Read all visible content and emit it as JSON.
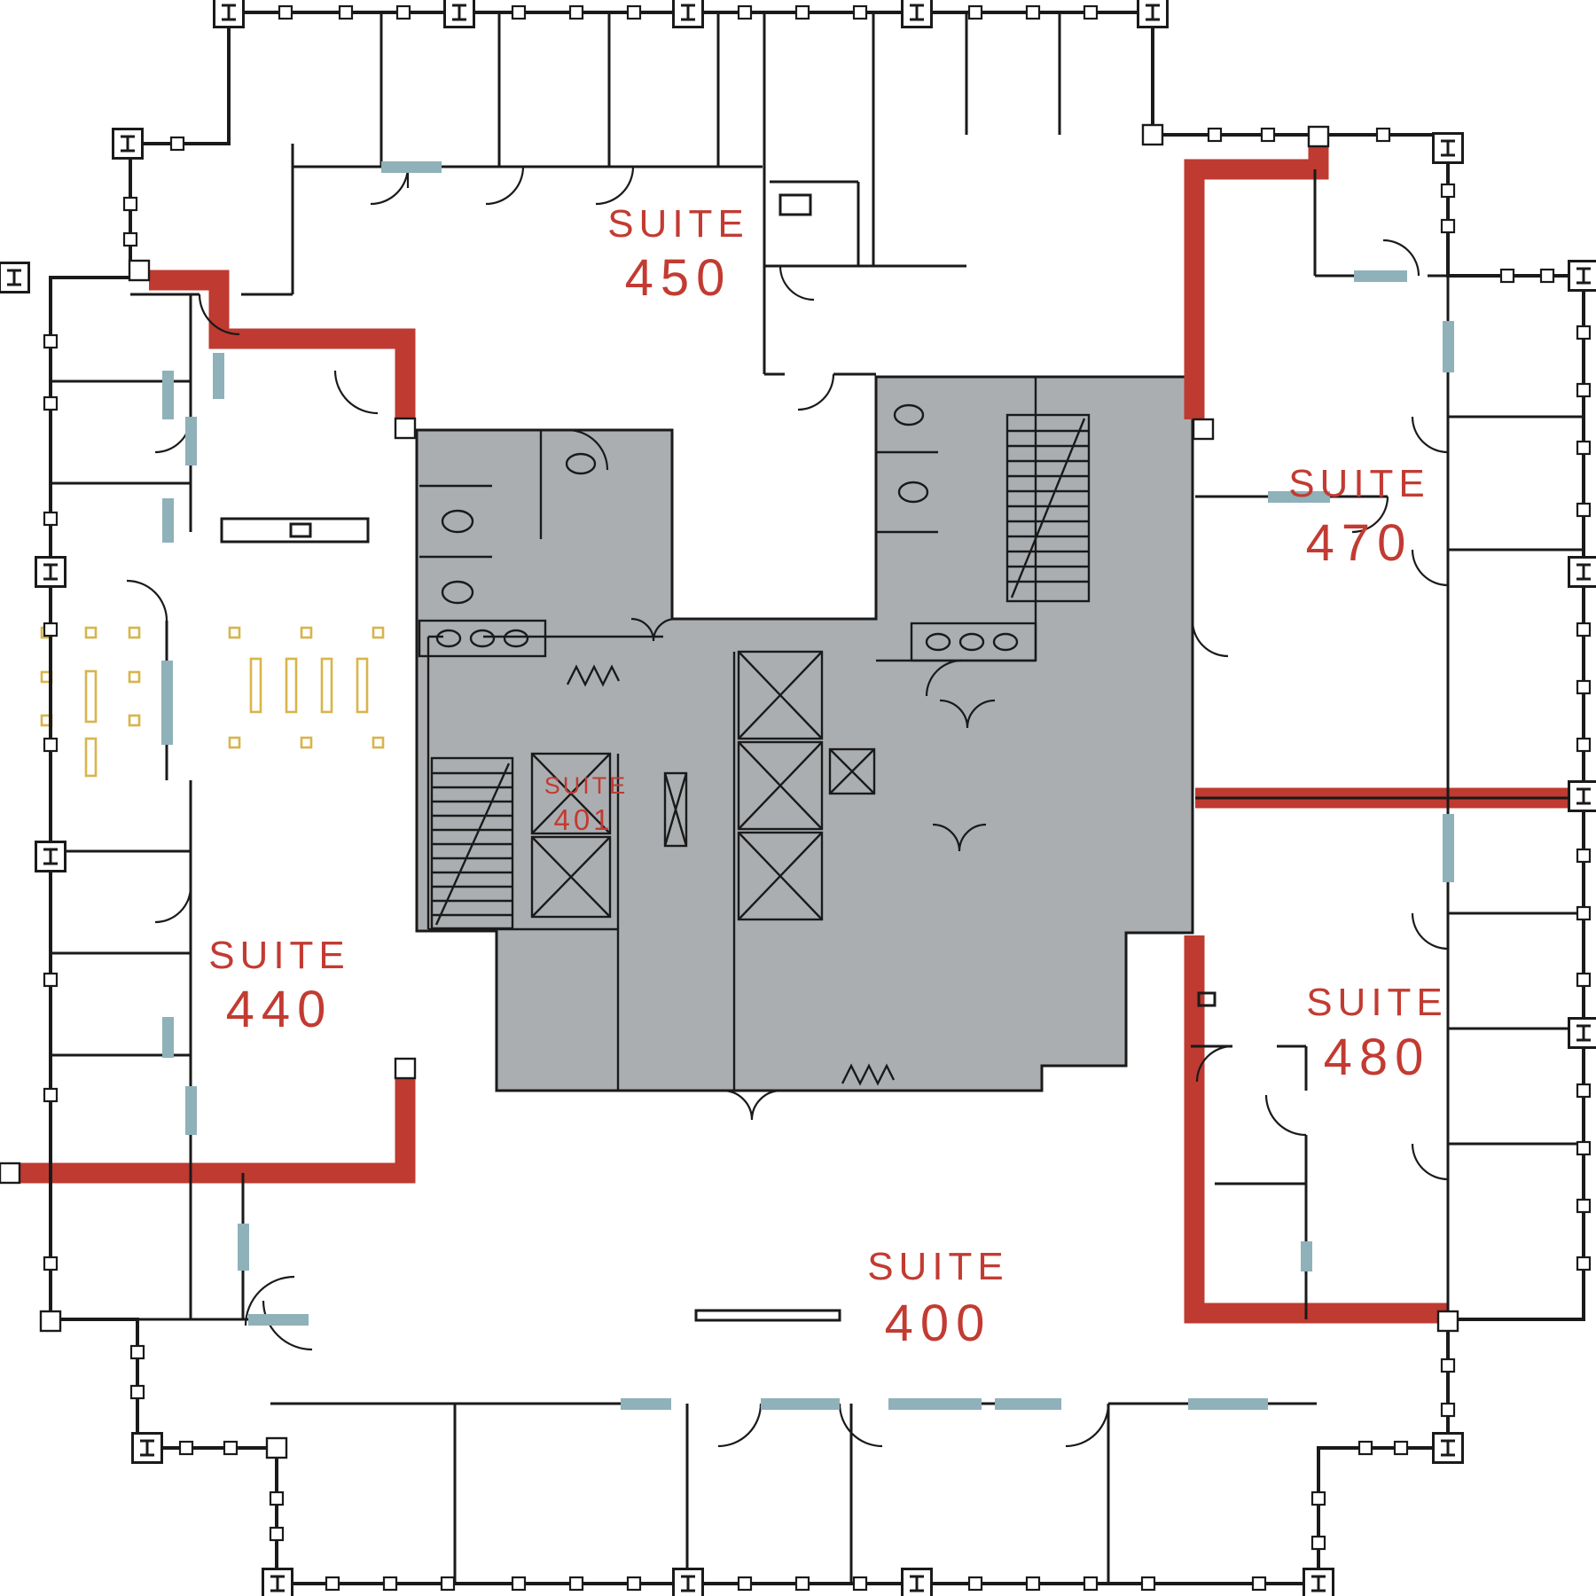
{
  "plan": {
    "type": "office-floor-plan",
    "labels": {
      "suite_450": {
        "word": "SUITE",
        "number": "450"
      },
      "suite_470": {
        "word": "SUITE",
        "number": "470"
      },
      "suite_440": {
        "word": "SUITE",
        "number": "440"
      },
      "suite_480": {
        "word": "SUITE",
        "number": "480"
      },
      "suite_400": {
        "word": "SUITE",
        "number": "400"
      },
      "suite_401": {
        "word": "SUITE",
        "number": "401"
      }
    },
    "colors": {
      "background": "#ffffff",
      "walls": "#1a1a1a",
      "core_fill": "#abaeb1",
      "suite_label_text": "#c23b32",
      "demising_line": "#bf3a30",
      "window_segment": "#8fb1b9",
      "furniture": "#d8b54a"
    }
  }
}
